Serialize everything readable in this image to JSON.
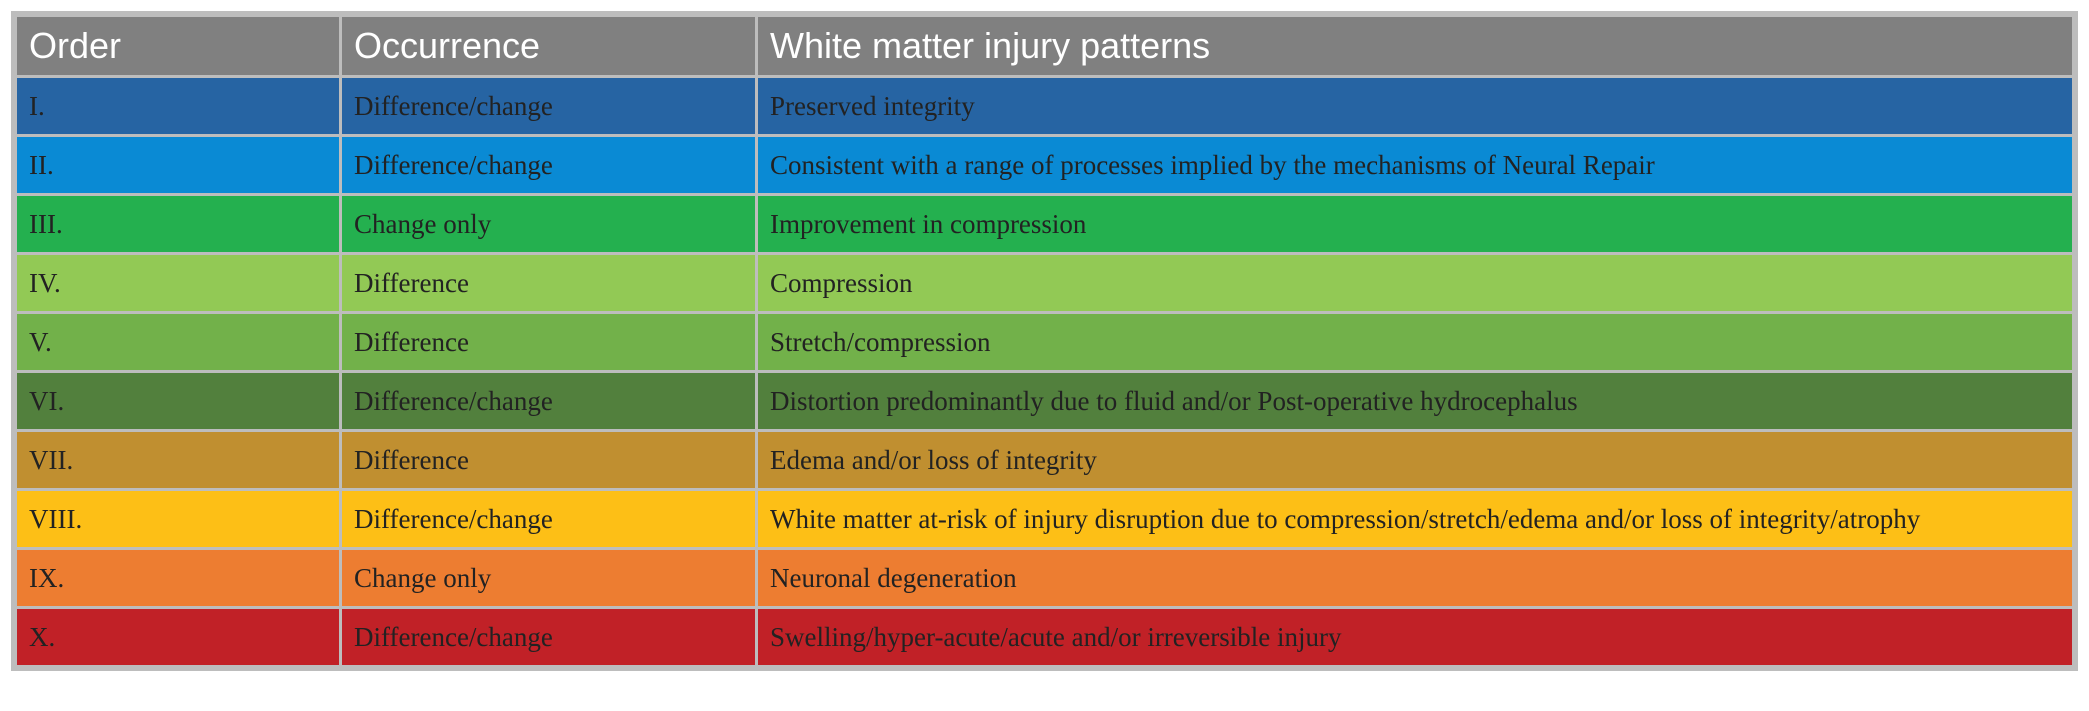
{
  "table": {
    "headers": [
      "Order",
      "Occurrence",
      "White matter injury patterns"
    ],
    "rows": [
      {
        "order": "I.",
        "occurrence": "Difference/change",
        "pattern": "Preserved integrity",
        "color": "#2664a3"
      },
      {
        "order": "II.",
        "occurrence": "Difference/change",
        "pattern": "Consistent with a range of processes implied by the mechanisms of Neural Repair",
        "color": "#0a8ad4"
      },
      {
        "order": "III.",
        "occurrence": "Change only",
        "pattern": "Improvement in compression",
        "color": "#24b04f"
      },
      {
        "order": "IV.",
        "occurrence": "Difference",
        "pattern": "Compression",
        "color": "#92c955"
      },
      {
        "order": "V.",
        "occurrence": "Difference",
        "pattern": "Stretch/compression",
        "color": "#72b14a"
      },
      {
        "order": "VI.",
        "occurrence": "Difference/change",
        "pattern": "Distortion predominantly due to fluid and/or Post-operative hydrocephalus",
        "color": "#52803d"
      },
      {
        "order": "VII.",
        "occurrence": "Difference",
        "pattern": "Edema and/or loss of integrity",
        "color": "#c08f30"
      },
      {
        "order": "VIII.",
        "occurrence": "Difference/change",
        "pattern": "White matter at-risk of injury disruption due to compression/stretch/edema and/or loss of integrity/atrophy",
        "color": "#fdbf16"
      },
      {
        "order": "IX.",
        "occurrence": "Change only",
        "pattern": "Neuronal degeneration",
        "color": "#ed7d31"
      },
      {
        "order": "X.",
        "occurrence": "Difference/change",
        "pattern": "Swelling/hyper-acute/acute and/or irreversible injury",
        "color": "#c12127"
      }
    ]
  }
}
